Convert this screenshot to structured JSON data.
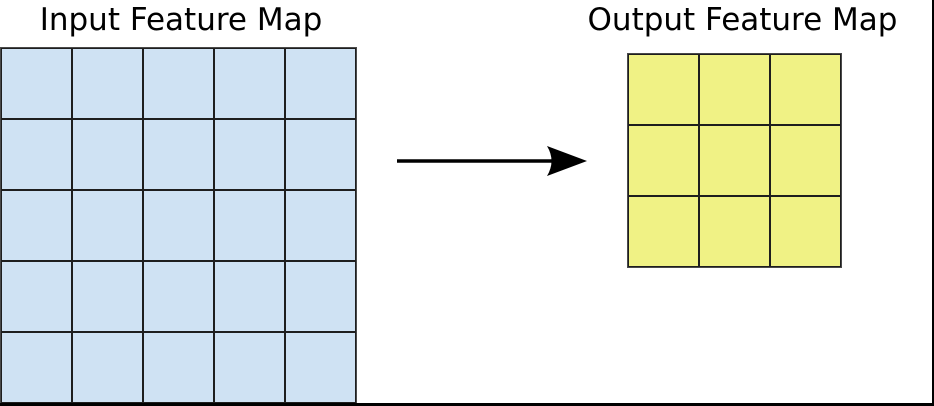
{
  "diagram": {
    "input_map": {
      "title": "Input Feature Map",
      "rows": 5,
      "cols": 5,
      "cell_fill": "#cfe2f3"
    },
    "output_map": {
      "title": "Output Feature Map",
      "rows": 3,
      "cols": 3,
      "cell_fill": "#f0f285"
    },
    "arrow": {
      "direction": "right",
      "color": "#000000"
    },
    "grid_line_color": "#1e1e1e",
    "frame_border_color": "#000000",
    "background_color": "#ffffff"
  }
}
